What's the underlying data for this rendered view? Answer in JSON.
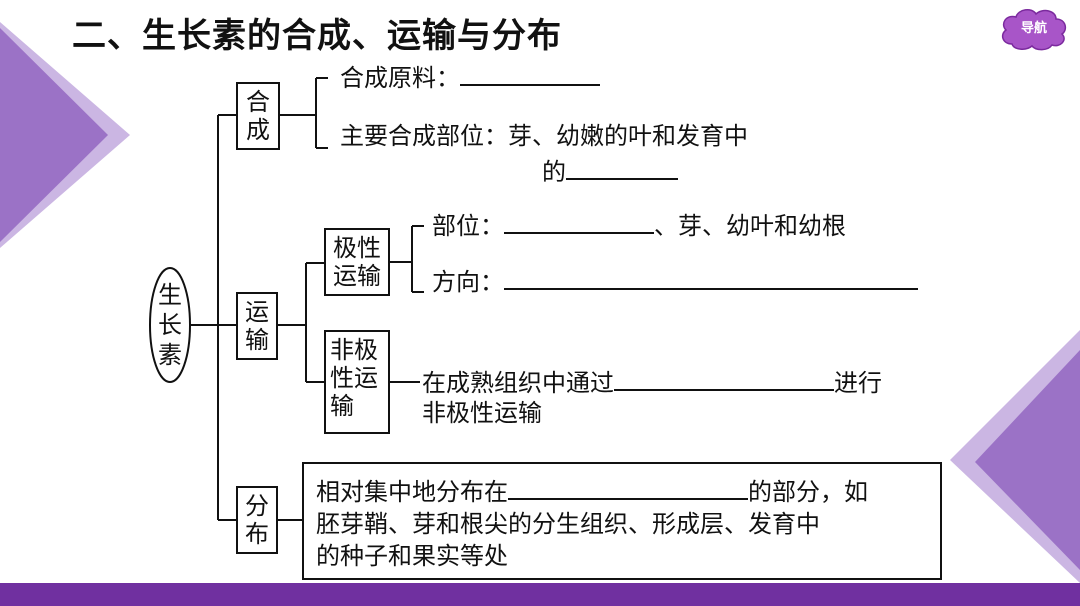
{
  "title": "二、生长素的合成、运输与分布",
  "nav": {
    "label": "导航"
  },
  "colors": {
    "accent": "#7030a0",
    "triangle": "#9b72c6",
    "triangle_light": "#cbb6e3"
  },
  "diagram": {
    "root": [
      "生",
      "长",
      "素"
    ],
    "synthesis": {
      "label": [
        "合",
        "成"
      ],
      "raw_material": "合成原料：",
      "main_site_line1": "主要合成部位：芽、幼嫩的叶和发育中",
      "main_site_line2": "的"
    },
    "transport": {
      "label": [
        "运",
        "输"
      ],
      "polar": {
        "label": [
          "极性",
          "运输"
        ],
        "site_prefix": "部位：",
        "site_suffix": "、芽、幼叶和幼根",
        "direction": "方向："
      },
      "nonpolar": {
        "label": [
          "非极",
          "性运",
          "输"
        ],
        "line1_prefix": "在成熟组织中通过",
        "line1_suffix": "进行",
        "line2": "非极性运输"
      }
    },
    "distribution": {
      "label": [
        "分",
        "布"
      ],
      "line1_prefix": "相对集中地分布在",
      "line1_suffix": "的部分，如",
      "line2": "胚芽鞘、芽和根尖的分生组织、形成层、发育中",
      "line3": "的种子和果实等处"
    }
  }
}
